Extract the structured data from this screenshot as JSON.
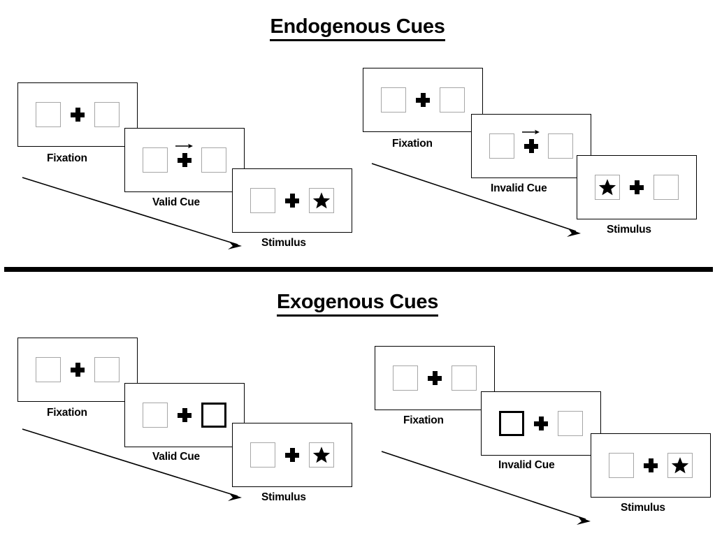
{
  "sections": [
    {
      "id": "endogenous",
      "title": "Endogenous Cues",
      "sequences": [
        {
          "id": "endogenous-valid",
          "frames": [
            {
              "stage": "Fixation",
              "cue": "none",
              "left_box": "empty",
              "right_box": "empty"
            },
            {
              "stage": "Valid Cue",
              "cue": "arrow-right",
              "left_box": "empty",
              "right_box": "empty"
            },
            {
              "stage": "Stimulus",
              "cue": "none",
              "left_box": "empty",
              "right_box": "star"
            }
          ]
        },
        {
          "id": "endogenous-invalid",
          "frames": [
            {
              "stage": "Fixation",
              "cue": "none",
              "left_box": "empty",
              "right_box": "empty"
            },
            {
              "stage": "Invalid Cue",
              "cue": "arrow-right",
              "left_box": "empty",
              "right_box": "empty"
            },
            {
              "stage": "Stimulus",
              "cue": "none",
              "left_box": "star",
              "right_box": "empty"
            }
          ]
        }
      ]
    },
    {
      "id": "exogenous",
      "title": "Exogenous Cues",
      "sequences": [
        {
          "id": "exogenous-valid",
          "frames": [
            {
              "stage": "Fixation",
              "cue": "none",
              "left_box": "empty",
              "right_box": "empty"
            },
            {
              "stage": "Valid Cue",
              "cue": "none",
              "left_box": "empty",
              "right_box": "cued"
            },
            {
              "stage": "Stimulus",
              "cue": "none",
              "left_box": "empty",
              "right_box": "star"
            }
          ]
        },
        {
          "id": "exogenous-invalid",
          "frames": [
            {
              "stage": "Fixation",
              "cue": "none",
              "left_box": "empty",
              "right_box": "empty"
            },
            {
              "stage": "Invalid Cue",
              "cue": "none",
              "left_box": "cued",
              "right_box": "empty"
            },
            {
              "stage": "Stimulus",
              "cue": "none",
              "left_box": "empty",
              "right_box": "star"
            }
          ]
        }
      ]
    }
  ],
  "labels": {
    "endogenous_title": "Endogenous Cues",
    "exogenous_title": "Exogenous Cues",
    "fixation": "Fixation",
    "valid_cue": "Valid Cue",
    "invalid_cue": "Invalid Cue",
    "stimulus": "Stimulus"
  },
  "colors": {
    "background": "#ffffff",
    "frame_border": "#000000",
    "box_border": "#a6a6a6",
    "cued_box_border": "#000000",
    "target": "#000000",
    "divider": "#000000"
  }
}
